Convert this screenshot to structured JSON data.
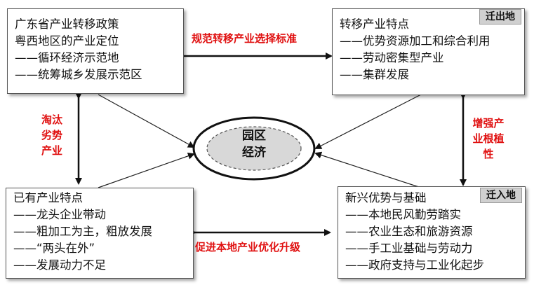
{
  "top_left": {
    "lines": [
      "广东省产业转移政策",
      "粤西地区的产业定位",
      "——循环经济示范地",
      "——统筹城乡发展示范区"
    ]
  },
  "top_right": {
    "tag": "迁出地",
    "lines": [
      "转移产业特点",
      "——优势资源加工和综合利用",
      "——劳动密集型产业",
      "——集群发展"
    ]
  },
  "bottom_left": {
    "lines": [
      "已有产业特点",
      "——龙头企业带动",
      "——粗加工为主，粗放发展",
      "——“两头在外”",
      "——发展动力不足"
    ]
  },
  "bottom_right": {
    "tag": "迁入地",
    "lines": [
      "新兴优势与基础",
      "——本地民风勤劳踏实",
      "——农业生态和旅游资源",
      "——手工业基础与劳动力",
      "——政府支持与工业化起步"
    ]
  },
  "center": {
    "lines": [
      "园区",
      "经济"
    ]
  },
  "arrows": {
    "top": "规范转移产业选择标准",
    "bottom": "促进本地产业优化升级",
    "left": [
      "淘汰",
      "劣势",
      "产业"
    ],
    "right": [
      "增强产",
      "业根植",
      "性"
    ]
  },
  "colors": {
    "emphasis": "#e01010",
    "tag_bg": "#d0d0d0",
    "border": "#555555"
  }
}
